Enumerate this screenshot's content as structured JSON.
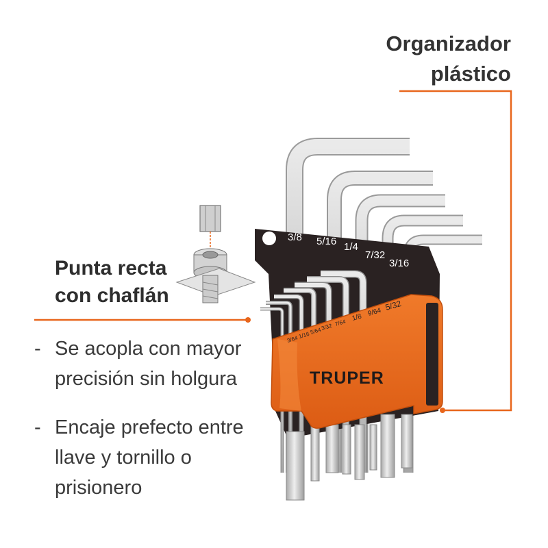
{
  "callouts": {
    "organizer": {
      "line1": "Organizador",
      "line2": "plástico"
    },
    "tip": {
      "line1": "Punta recta",
      "line2": "con chaflán"
    }
  },
  "features": [
    {
      "dash": "-",
      "text": "Se acopla con mayor precisión sin holgura"
    },
    {
      "dash": "-",
      "text": "Encaje prefecto entre llave y tornillo o prisionero"
    }
  ],
  "brand": {
    "name": "TRUPER"
  },
  "sizes_large": [
    "3/8",
    "5/16",
    "1/4",
    "7/32",
    "3/16"
  ],
  "sizes_small": [
    "3/64",
    "1/16",
    "5/64",
    "3/32",
    "7/64",
    "1/8",
    "9/64",
    "5/32"
  ],
  "colors": {
    "accent": "#e8661c",
    "holder_dark": "#2a2222",
    "metal": "#c9c9c9",
    "text": "#2b2b2b"
  }
}
